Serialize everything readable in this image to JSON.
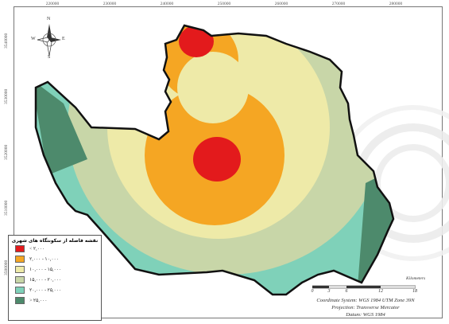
{
  "axes": {
    "x_ticks": [
      "220000",
      "230000",
      "240000",
      "250000",
      "260000",
      "270000",
      "280000"
    ],
    "y_ticks": [
      "3540000",
      "3530000",
      "3520000",
      "3510000",
      "3500000"
    ]
  },
  "compass": {
    "n": "N",
    "s": "S",
    "e": "E",
    "w": "W"
  },
  "legend": {
    "title": "نقشه فاصله از سکونتگاه های شهری",
    "items": [
      {
        "label": "< ۲,۰۰۰",
        "color": "#e31a1c"
      },
      {
        "label": "۲,۰۰۰ - ۱۰,۰۰۰",
        "color": "#f5a623"
      },
      {
        "label": "۱۰,۰۰۰ - ۱۵,۰۰۰",
        "color": "#eeeaa8"
      },
      {
        "label": "۱۵,۰۰۰ - ۲۰,۰۰۰",
        "color": "#c8d6a8"
      },
      {
        "label": "۲۰,۰۰۰ - ۲۵,۰۰۰",
        "color": "#7fd1b9"
      },
      {
        "label": "> ۲۵,۰۰۰",
        "color": "#4d8a6c"
      }
    ]
  },
  "scale": {
    "numbers": [
      "0",
      "3",
      "6",
      "12",
      "18"
    ],
    "unit": "Kilometers"
  },
  "info": {
    "coordinate_system": "Coordinate System: WGS 1984 UTM Zone 39N",
    "projection": "Projection: Transverse Mercator",
    "datum": "Datum: WGS 1984"
  }
}
